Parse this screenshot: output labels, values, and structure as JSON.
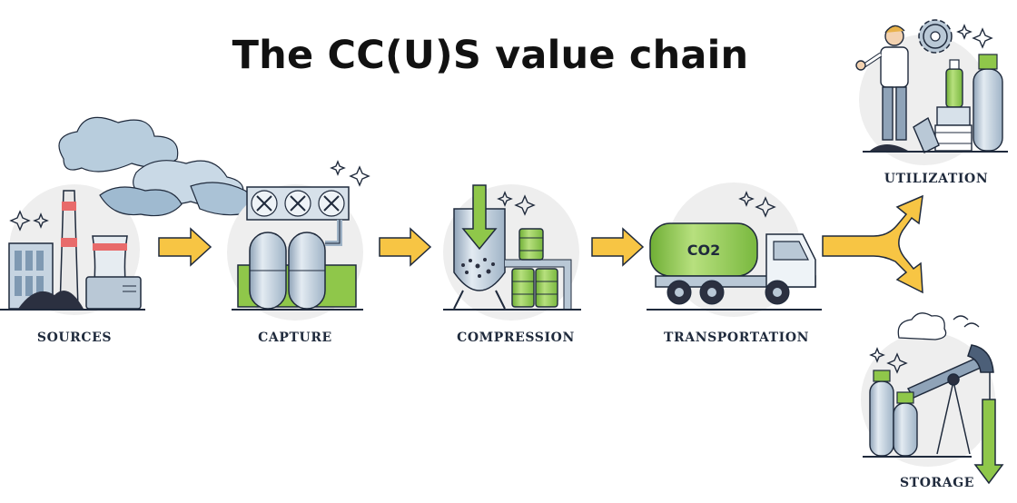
{
  "title": "The CC(U)S value chain",
  "stages": [
    {
      "id": "sources",
      "label": "SOURCES"
    },
    {
      "id": "capture",
      "label": "CAPTURE"
    },
    {
      "id": "compression",
      "label": "COMPRESSION"
    },
    {
      "id": "transportation",
      "label": "TRANSPORTATION"
    }
  ],
  "branches": [
    {
      "id": "utilization",
      "label": "UTILIZATION"
    },
    {
      "id": "storage",
      "label": "STORAGE"
    }
  ],
  "truck_tank_text": "CO2",
  "colors": {
    "arrow": "#f7c544",
    "green": "#8fc74a",
    "steel": "#b9c8d6",
    "outline": "#1f2a3c",
    "circle_bg": "#eeeeee",
    "smoke": "#aac2d6"
  }
}
